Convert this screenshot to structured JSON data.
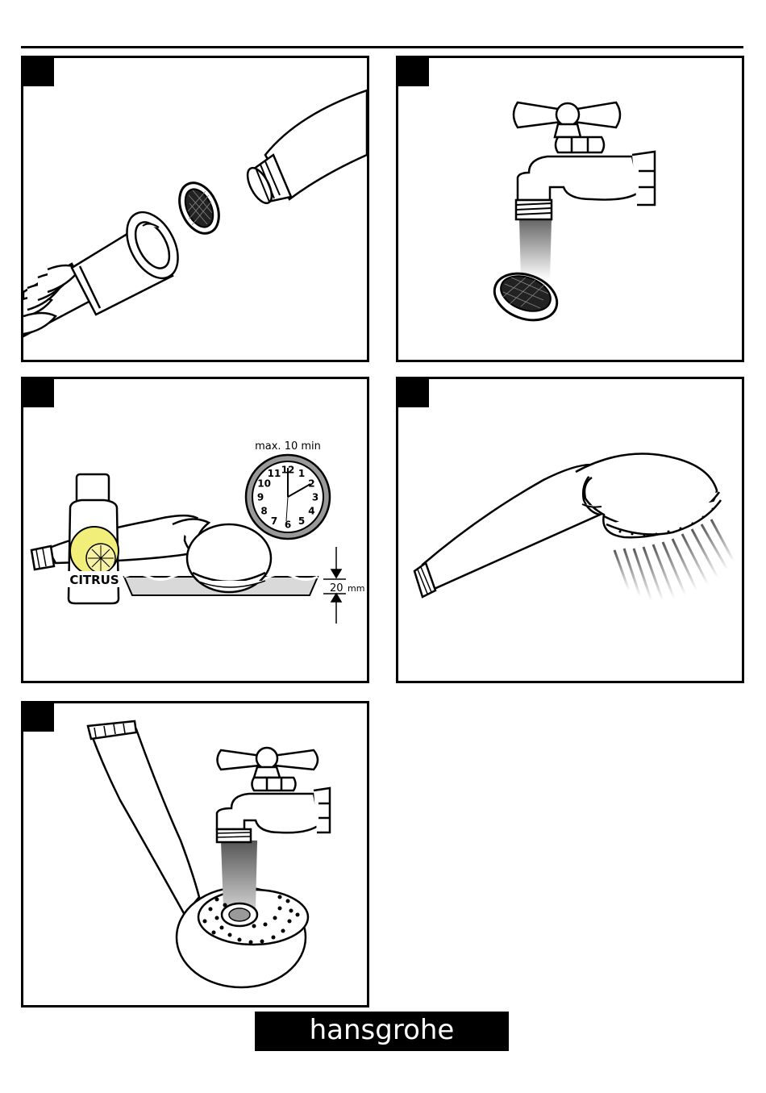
{
  "brand": {
    "logo_text": "hansgrohe"
  },
  "panel3": {
    "timer_label": "max. 10 min",
    "bottle_label": "CITRUS",
    "depth_value": "20",
    "depth_unit": "mm",
    "clock_numbers": [
      "12",
      "1",
      "2",
      "3",
      "4",
      "5",
      "6",
      "7",
      "8",
      "9",
      "10",
      "11"
    ]
  },
  "colors": {
    "ink": "#000000",
    "paper": "#ffffff",
    "lemon": "#f2ee7a",
    "water": "#d9d9d9"
  }
}
